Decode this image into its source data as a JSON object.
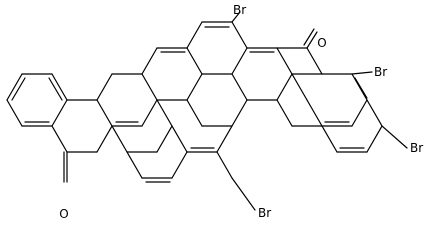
{
  "molecule": {
    "atoms": [
      {
        "id": "o1",
        "symbol": "O"
      },
      {
        "id": "o2",
        "symbol": "O"
      },
      {
        "id": "br1",
        "symbol": "Br"
      },
      {
        "id": "br2",
        "symbol": "Br"
      },
      {
        "id": "br3",
        "symbol": "Br"
      },
      {
        "id": "br4",
        "symbol": "Br"
      }
    ]
  },
  "colors": {
    "bond": "#000000",
    "label": "#000000",
    "background": "#ffffff"
  }
}
